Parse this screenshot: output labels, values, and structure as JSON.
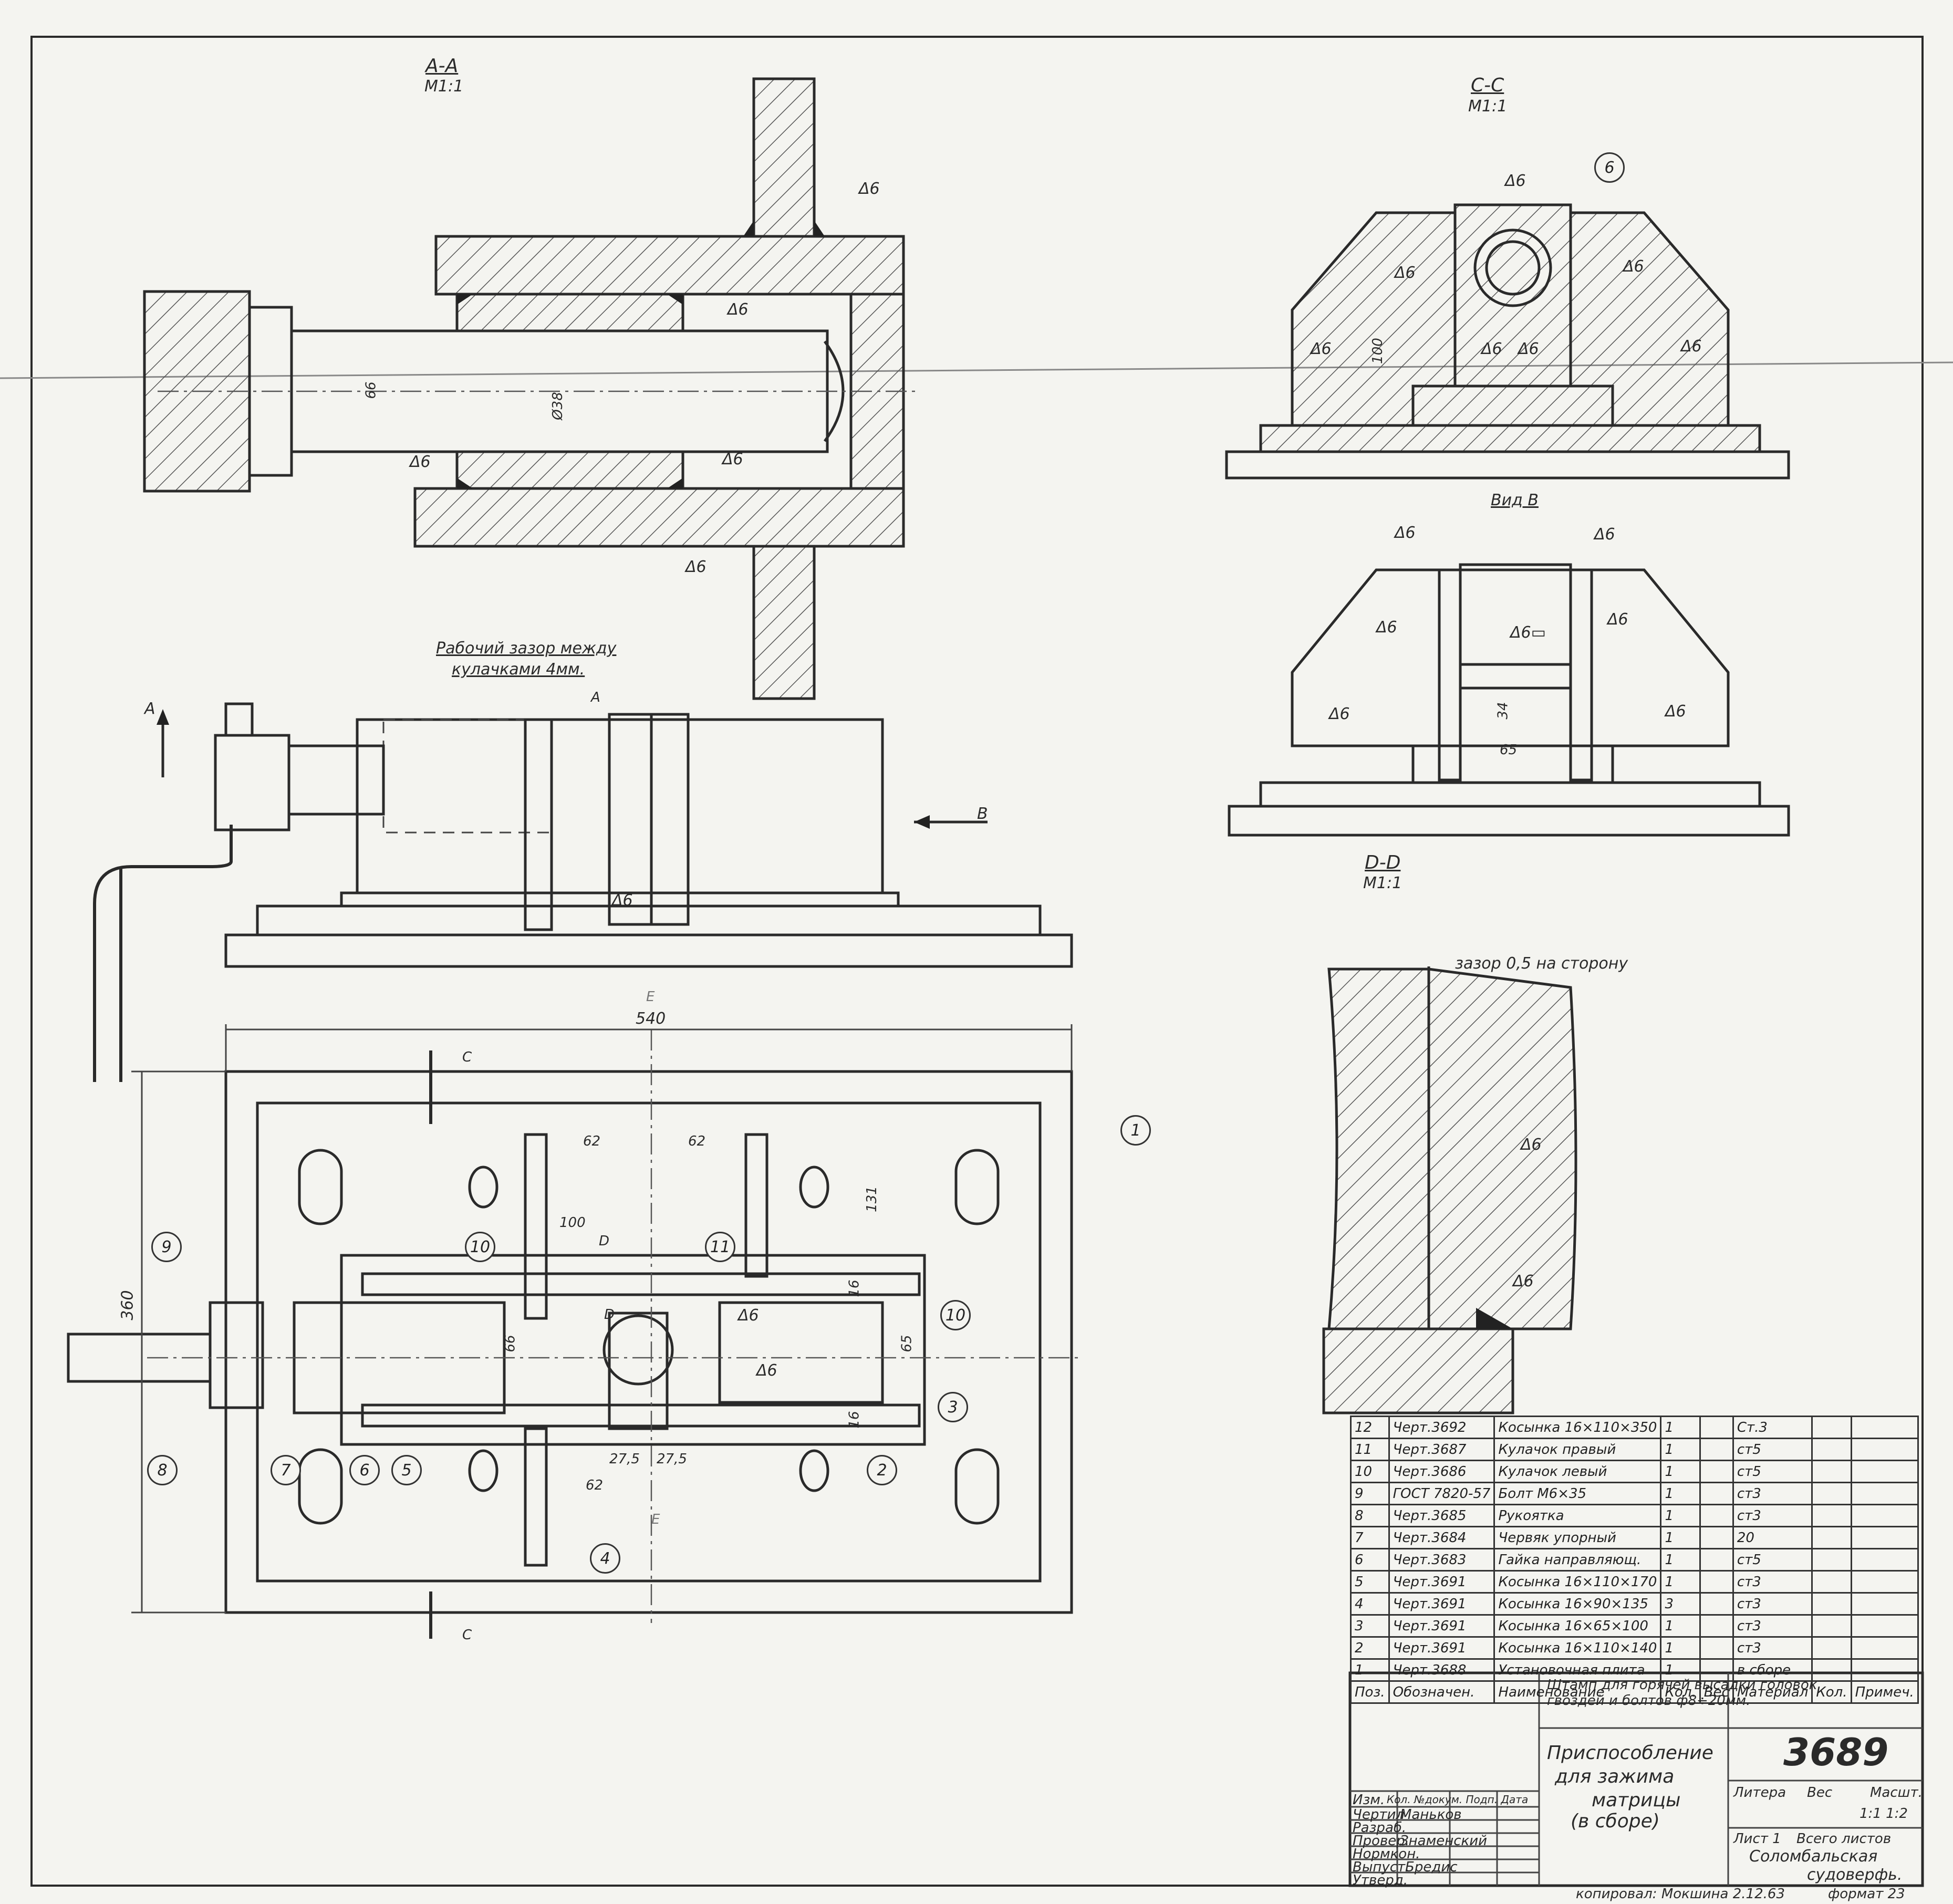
{
  "views": {
    "section_aa": {
      "title": "А-А",
      "scale": "М1:1"
    },
    "section_cc": {
      "title": "С-С",
      "scale": "М1:1"
    },
    "view_b": {
      "title": "Вид В"
    },
    "section_dd": {
      "title": "D-D",
      "scale": "М1:1"
    }
  },
  "annotations": {
    "weld": "Δ6",
    "weld_small": "Δ6▭",
    "dia_38": "Ø38",
    "dim_66": "66",
    "dim_100": "100",
    "dim_34": "34",
    "dim_65": "65",
    "dim_540": "540",
    "dim_360": "360",
    "dim_62": "62",
    "dim_131": "131",
    "dim_16": "16",
    "dim_27_5": "27,5",
    "gap_note_line1": "Рабочий зазор между",
    "gap_note_line2": "кулачками 4мм.",
    "gap_dd": "зазор 0,5 на сторону",
    "arrow_a": "А",
    "arrow_b": "В",
    "arrow_c": "С",
    "arrow_d": "D",
    "e_mark": "Е"
  },
  "balloons": [
    "1",
    "2",
    "3",
    "4",
    "5",
    "6",
    "7",
    "8",
    "9",
    "10",
    "11"
  ],
  "bom": {
    "header": {
      "pos": "Поз.",
      "designation": "Обозначен.",
      "name": "Наименование",
      "qty": "Кол.",
      "weight": "Вес",
      "material": "Материал",
      "qty2": "Кол.",
      "note": "Примеч."
    },
    "rows": [
      {
        "pos": "12",
        "designation": "Черт.3692",
        "name": "Косынка 16×110×350",
        "qty": "1",
        "material": "Ст.3"
      },
      {
        "pos": "11",
        "designation": "Черт.3687",
        "name": "Кулачок правый",
        "qty": "1",
        "material": "ст5"
      },
      {
        "pos": "10",
        "designation": "Черт.3686",
        "name": "Кулачок левый",
        "qty": "1",
        "material": "ст5"
      },
      {
        "pos": "9",
        "designation": "ГОСТ 7820-57",
        "name": "Болт М6×35",
        "qty": "1",
        "material": "ст3"
      },
      {
        "pos": "8",
        "designation": "Черт.3685",
        "name": "Рукоятка",
        "qty": "1",
        "material": "ст3"
      },
      {
        "pos": "7",
        "designation": "Черт.3684",
        "name": "Червяк упорный",
        "qty": "1",
        "material": "20"
      },
      {
        "pos": "6",
        "designation": "Черт.3683",
        "name": "Гайка направляющ.",
        "qty": "1",
        "material": "ст5"
      },
      {
        "pos": "5",
        "designation": "Черт.3691",
        "name": "Косынка 16×110×170",
        "qty": "1",
        "material": "ст3"
      },
      {
        "pos": "4",
        "designation": "Черт.3691",
        "name": "Косынка 16×90×135",
        "qty": "3",
        "material": "ст3"
      },
      {
        "pos": "3",
        "designation": "Черт.3691",
        "name": "Косынка 16×65×100",
        "qty": "1",
        "material": "ст3"
      },
      {
        "pos": "2",
        "designation": "Черт.3691",
        "name": "Косынка 16×110×140",
        "qty": "1",
        "material": "ст3"
      },
      {
        "pos": "1",
        "designation": "Черт.3688",
        "name": "Установочная плита",
        "qty": "1",
        "material": "в сборе"
      }
    ]
  },
  "title_block": {
    "purpose_line1": "Штамп для горячей высадки головок",
    "purpose_line2": "гвоздей и болтов ф8÷20мм.",
    "drawing_number": "3689",
    "title_line1": "Приспособление",
    "title_line2": "для зажима",
    "title_line3": "матрицы",
    "title_line4": "(в сборе)",
    "litera_label": "Литера",
    "weight_label": "Вес",
    "scale_label": "Масшт.",
    "scale_values": "1:1  1:2",
    "sheet_label": "Лист 1",
    "sheets_total_label": "Всего листов",
    "org_line1": "Соломбальская",
    "org_line2": "судоверфь.",
    "format": "формат 23",
    "roles": [
      {
        "role": "Изм.",
        "extra": "Кол.  №докум.  Подп.  Дата"
      },
      {
        "role": "Чертил",
        "name": "Маньков"
      },
      {
        "role": "Разраб.",
        "name": ""
      },
      {
        "role": "Провер.",
        "name": "Знаменский"
      },
      {
        "role": "Нормкон.",
        "name": ""
      },
      {
        "role": "Выпуст.",
        "name": "Бредис"
      },
      {
        "role": "Утверд.",
        "name": ""
      }
    ],
    "copied_by": "копировал: Мокшина 2.12.63"
  }
}
